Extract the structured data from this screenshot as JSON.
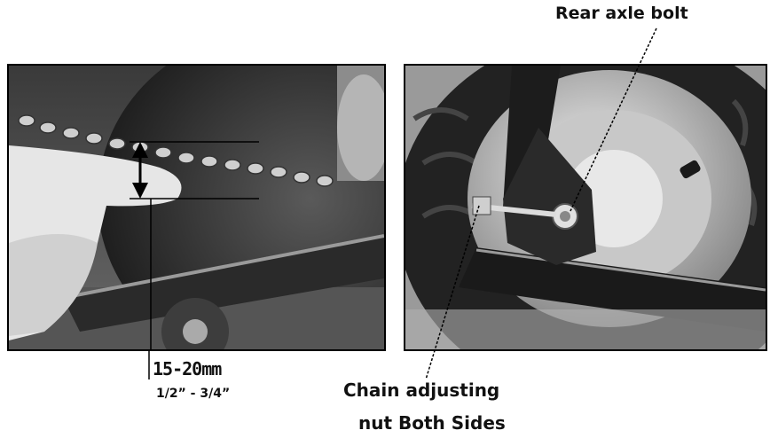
{
  "labels": {
    "rear_axle": "Rear axle bolt",
    "measure_mm": "15-20mm",
    "measure_in": "1/2” - 3/4”",
    "chain_line1": "Chain adjusting",
    "chain_line2": "nut Both Sides"
  }
}
